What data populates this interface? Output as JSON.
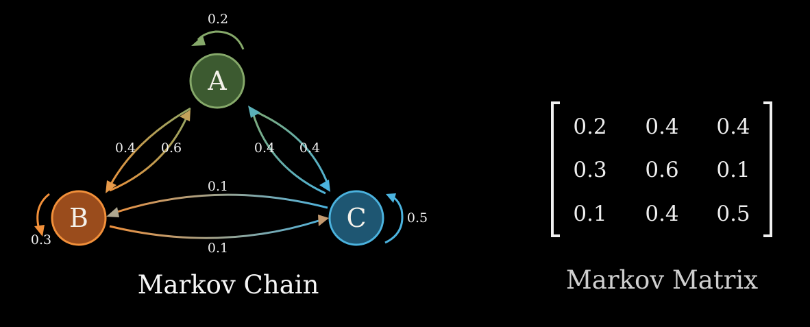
{
  "diagram": {
    "caption": "Markov Chain",
    "nodes": [
      {
        "id": "A",
        "label": "A",
        "fill": "#3c5a30",
        "stroke": "#86a96a"
      },
      {
        "id": "B",
        "label": "B",
        "fill": "#9a4c1c",
        "stroke": "#f2903a"
      },
      {
        "id": "C",
        "label": "C",
        "fill": "#1e5672",
        "stroke": "#4bb3df"
      }
    ],
    "edges": [
      {
        "from": "A",
        "to": "A",
        "label": "0.2"
      },
      {
        "from": "A",
        "to": "B",
        "label": "0.4"
      },
      {
        "from": "B",
        "to": "A",
        "label": "0.6"
      },
      {
        "from": "A",
        "to": "C",
        "label": "0.4"
      },
      {
        "from": "C",
        "to": "A",
        "label": "0.4"
      },
      {
        "from": "C",
        "to": "B",
        "label": "0.1"
      },
      {
        "from": "B",
        "to": "C",
        "label": "0.1"
      },
      {
        "from": "B",
        "to": "B",
        "label": "0.3"
      },
      {
        "from": "C",
        "to": "C",
        "label": "0.5"
      }
    ]
  },
  "matrix": {
    "caption": "Markov Matrix",
    "rows": [
      [
        "0.2",
        "0.4",
        "0.4"
      ],
      [
        "0.3",
        "0.6",
        "0.1"
      ],
      [
        "0.1",
        "0.4",
        "0.5"
      ]
    ]
  },
  "colors": {
    "background": "#000000",
    "node_a": "#86a96a",
    "node_b": "#f2903a",
    "node_c": "#4bb3df"
  }
}
